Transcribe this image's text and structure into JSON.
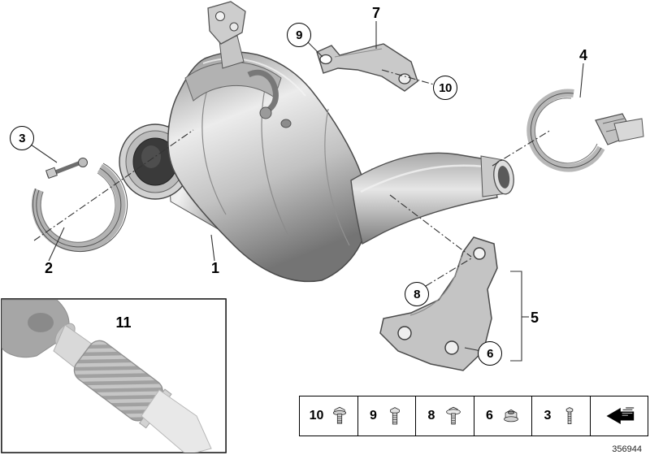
{
  "diagram": {
    "title_context": "Catalyzer / diesel particulate filter exploded parts diagram",
    "doc_number": "356944",
    "callouts": {
      "c1": {
        "label": "1",
        "circled": false
      },
      "c2": {
        "label": "2",
        "circled": false
      },
      "c3": {
        "label": "3",
        "circled": true
      },
      "c4": {
        "label": "4",
        "circled": false
      },
      "c5": {
        "label": "5",
        "circled": false
      },
      "c6": {
        "label": "6",
        "circled": true
      },
      "c7": {
        "label": "7",
        "circled": false
      },
      "c8": {
        "label": "8",
        "circled": true
      },
      "c9": {
        "label": "9",
        "circled": true
      },
      "c10": {
        "label": "10",
        "circled": true
      },
      "c11": {
        "label": "11",
        "circled": false
      }
    },
    "legend": {
      "items": [
        {
          "label": "10",
          "icon": "flange-bolt-icon"
        },
        {
          "label": "9",
          "icon": "hex-bolt-icon"
        },
        {
          "label": "8",
          "icon": "washer-bolt-icon"
        },
        {
          "label": "6",
          "icon": "flange-nut-icon"
        },
        {
          "label": "3",
          "icon": "screw-icon"
        },
        {
          "icon": "direction-arrow-icon"
        }
      ]
    },
    "colors": {
      "line": "#000000",
      "metal_light": "#e8e8e8",
      "metal_mid": "#bdbdbd",
      "metal_dark": "#6f6f6f",
      "background": "#ffffff"
    }
  }
}
